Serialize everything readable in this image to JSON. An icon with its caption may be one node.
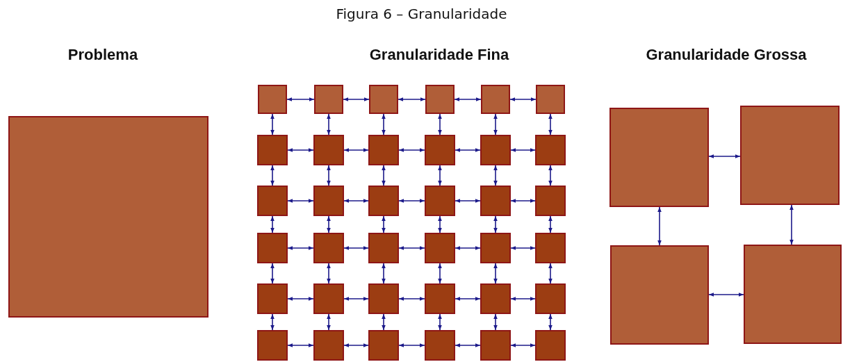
{
  "diagram": {
    "title": "Figura 6 – Granularidade",
    "nodes": [
      {
        "text": [],
        "shape": "box"
      },
      {
        "text": [],
        "shape": "box"
      },
      {
        "text": [],
        "shape": "box"
      },
      {
        "text": [],
        "shape": "box"
      },
      {
        "text": [],
        "shape": "box"
      },
      {
        "text": [],
        "shape": "box"
      },
      {
        "text": [],
        "shape": "box"
      },
      {
        "text": [],
        "shape": "box"
      },
      {
        "text": [],
        "shape": "box"
      },
      {
        "text": [],
        "shape": "box"
      },
      {
        "text": [],
        "shape": "box"
      },
      {
        "text": [],
        "shape": "box"
      },
      {
        "text": [],
        "shape": "box"
      },
      {
        "text": [],
        "shape": "box"
      },
      {
        "text": [],
        "shape": "box"
      },
      {
        "text": [],
        "shape": "box"
      },
      {
        "text": [],
        "shape": "box"
      },
      {
        "text": [],
        "shape": "box"
      },
      {
        "text": [],
        "shape": "box"
      },
      {
        "text": [],
        "shape": "box"
      },
      {
        "text": [],
        "shape": "box"
      },
      {
        "text": [],
        "shape": "box"
      },
      {
        "text": [],
        "shape": "box"
      },
      {
        "text": [],
        "shape": "box"
      },
      {
        "text": [],
        "shape": "box"
      },
      {
        "text": [],
        "shape": "box"
      },
      {
        "text": [],
        "shape": "box"
      },
      {
        "text": [],
        "shape": "box"
      },
      {
        "text": [],
        "shape": "box"
      },
      {
        "text": [],
        "shape": "box"
      },
      {
        "text": [],
        "shape": "box"
      },
      {
        "text": [],
        "shape": "box"
      },
      {
        "text": [],
        "shape": "box"
      },
      {
        "text": [],
        "shape": "box"
      },
      {
        "text": [],
        "shape": "box"
      },
      {
        "text": [],
        "shape": "box"
      },
      {
        "text": [],
        "shape": "box"
      },
      {
        "text": [],
        "shape": "box"
      },
      {
        "text": [],
        "shape": "box"
      },
      {
        "text": [],
        "shape": "box"
      },
      {
        "text": [],
        "shape": "box"
      }
    ],
    "edges": [
      {
        "from": 1,
        "to": 2,
        "arrow": "both"
      },
      {
        "from": 2,
        "to": 3,
        "arrow": "both"
      },
      {
        "from": 3,
        "to": 4,
        "arrow": "both"
      },
      {
        "from": 4,
        "to": 5,
        "arrow": "both"
      },
      {
        "from": 5,
        "to": 6,
        "arrow": "both"
      },
      {
        "from": 7,
        "to": 8,
        "arrow": "both"
      },
      {
        "from": 8,
        "to": 9,
        "arrow": "both"
      },
      {
        "from": 9,
        "to": 10,
        "arrow": "both"
      },
      {
        "from": 10,
        "to": 11,
        "arrow": "both"
      },
      {
        "from": 11,
        "to": 12,
        "arrow": "both"
      },
      {
        "from": 13,
        "to": 14,
        "arrow": "both"
      },
      {
        "from": 14,
        "to": 15,
        "arrow": "both"
      },
      {
        "from": 15,
        "to": 16,
        "arrow": "both"
      },
      {
        "from": 16,
        "to": 17,
        "arrow": "both"
      },
      {
        "from": 17,
        "to": 18,
        "arrow": "both"
      },
      {
        "from": 19,
        "to": 20,
        "arrow": "both"
      },
      {
        "from": 20,
        "to": 21,
        "arrow": "both"
      },
      {
        "from": 21,
        "to": 22,
        "arrow": "both"
      },
      {
        "from": 22,
        "to": 23,
        "arrow": "both"
      },
      {
        "from": 23,
        "to": 24,
        "arrow": "both"
      },
      {
        "from": 25,
        "to": 26,
        "arrow": "both"
      },
      {
        "from": 26,
        "to": 27,
        "arrow": "both"
      },
      {
        "from": 27,
        "to": 28,
        "arrow": "both"
      },
      {
        "from": 28,
        "to": 29,
        "arrow": "both"
      },
      {
        "from": 29,
        "to": 30,
        "arrow": "both"
      },
      {
        "from": 31,
        "to": 32,
        "arrow": "both"
      },
      {
        "from": 32,
        "to": 33,
        "arrow": "both"
      },
      {
        "from": 33,
        "to": 34,
        "arrow": "both"
      },
      {
        "from": 34,
        "to": 35,
        "arrow": "both"
      },
      {
        "from": 35,
        "to": 36,
        "arrow": "both"
      },
      {
        "from": 1,
        "to": 7,
        "arrow": "both"
      },
      {
        "from": 7,
        "to": 13,
        "arrow": "both"
      },
      {
        "from": 13,
        "to": 19,
        "arrow": "both"
      },
      {
        "from": 19,
        "to": 25,
        "arrow": "both"
      },
      {
        "from": 25,
        "to": 31,
        "arrow": "both"
      },
      {
        "from": 2,
        "to": 8,
        "arrow": "both"
      },
      {
        "from": 8,
        "to": 14,
        "arrow": "both"
      },
      {
        "from": 14,
        "to": 20,
        "arrow": "both"
      },
      {
        "from": 20,
        "to": 26,
        "arrow": "both"
      },
      {
        "from": 26,
        "to": 32,
        "arrow": "both"
      },
      {
        "from": 3,
        "to": 9,
        "arrow": "both"
      },
      {
        "from": 9,
        "to": 15,
        "arrow": "both"
      },
      {
        "from": 15,
        "to": 21,
        "arrow": "both"
      },
      {
        "from": 21,
        "to": 27,
        "arrow": "both"
      },
      {
        "from": 27,
        "to": 33,
        "arrow": "both"
      },
      {
        "from": 4,
        "to": 10,
        "arrow": "both"
      },
      {
        "from": 10,
        "to": 16,
        "arrow": "both"
      },
      {
        "from": 16,
        "to": 22,
        "arrow": "both"
      },
      {
        "from": 22,
        "to": 28,
        "arrow": "both"
      },
      {
        "from": 28,
        "to": 34,
        "arrow": "both"
      },
      {
        "from": 5,
        "to": 11,
        "arrow": "both"
      },
      {
        "from": 11,
        "to": 17,
        "arrow": "both"
      },
      {
        "from": 17,
        "to": 23,
        "arrow": "both"
      },
      {
        "from": 23,
        "to": 29,
        "arrow": "both"
      },
      {
        "from": 29,
        "to": 35,
        "arrow": "both"
      },
      {
        "from": 6,
        "to": 12,
        "arrow": "both"
      },
      {
        "from": 12,
        "to": 18,
        "arrow": "both"
      },
      {
        "from": 18,
        "to": 24,
        "arrow": "both"
      },
      {
        "from": 24,
        "to": 30,
        "arrow": "both"
      },
      {
        "from": 30,
        "to": 36,
        "arrow": "both"
      },
      {
        "from": 37,
        "to": 38,
        "arrow": "both"
      },
      {
        "from": 37,
        "to": 39,
        "arrow": "both"
      },
      {
        "from": 38,
        "to": 40,
        "arrow": "both"
      },
      {
        "from": 39,
        "to": 40,
        "arrow": "both"
      }
    ],
    "labels": [
      "Problema",
      "Granularidade Fina",
      "Granularidade Grossa"
    ]
  }
}
